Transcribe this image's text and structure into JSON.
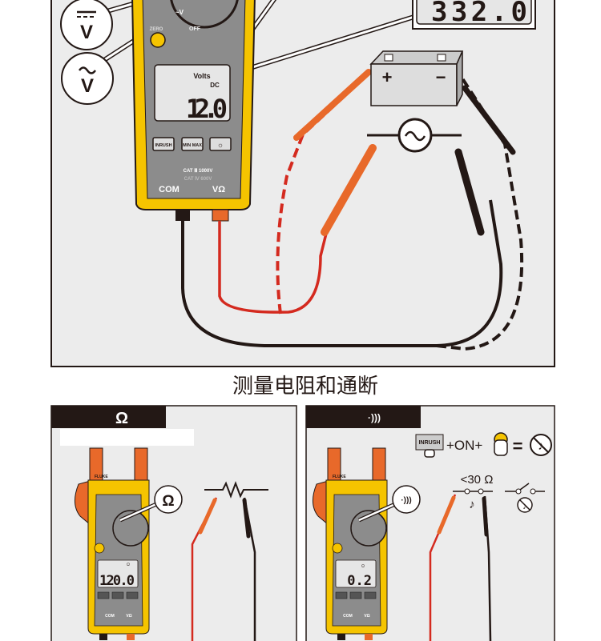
{
  "top_panel": {
    "external_display": "332.0",
    "meter": {
      "dial_label_ac": "~V",
      "dial_label_zero": "ZERO",
      "dial_label_off": "OFF",
      "display_unit": "Volts",
      "display_mode": "DC",
      "display_value": "12.0",
      "buttons": [
        "INRUSH",
        "MIN MAX",
        "☼"
      ],
      "cat_rating_1": "CAT Ⅲ 1000V",
      "cat_rating_2": "CAT Ⅳ 600V",
      "jack_com": "COM",
      "jack_v": "VΩ"
    },
    "callout_dc": "V",
    "callout_ac": "V",
    "battery_plus": "+",
    "battery_minus": "−"
  },
  "section_title": "测量电阻和通断",
  "resistance_panel": {
    "header_symbol": "Ω",
    "callout": "Ω",
    "meter_brand": "FLUKE",
    "display_unit": "Ω",
    "display_value": "120.0",
    "jack_com": "COM",
    "jack_v": "VΩ"
  },
  "continuity_panel": {
    "header_symbol": "·)))",
    "callout": "·)))",
    "meter_brand": "FLUKE",
    "display_unit": "Ω",
    "display_value": "0.2",
    "formula_button": "INRUSH",
    "formula_plus_on": "+ON+",
    "formula_equals": "=",
    "threshold": "<30 Ω",
    "jack_com": "COM",
    "jack_v": "VΩ"
  },
  "colors": {
    "meter_yellow": "#f5c400",
    "meter_gray": "#8c8c8c",
    "lead_red": "#d42a1f",
    "lead_orange": "#e8692a",
    "lead_black": "#231815",
    "header_black": "#231815",
    "panel_bg": "#ececec"
  }
}
